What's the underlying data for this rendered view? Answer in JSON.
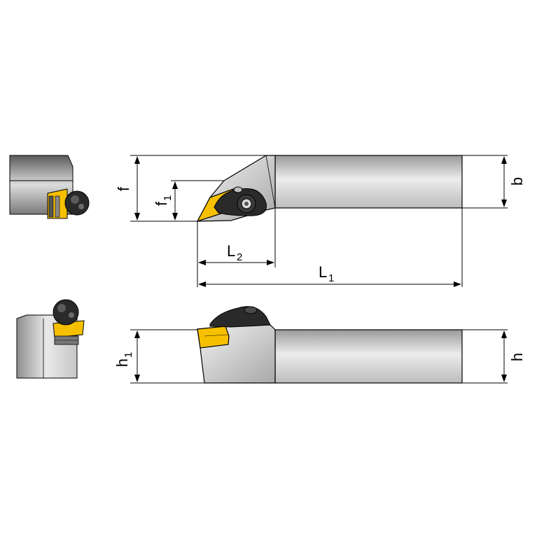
{
  "labels": {
    "f": "f",
    "f1_main": "f",
    "f1_sub": "1",
    "b": "b",
    "L2_main": "L",
    "L2_sub": "2",
    "L1_main": "L",
    "L1_sub": "1",
    "h1_main": "h",
    "h1_sub": "1",
    "h": "h"
  },
  "colors": {
    "line": "#000000",
    "insert": "#f6c000",
    "clamp": "#2a2a2a",
    "shank_light": "#e6e6e6",
    "shank_mid": "#bdbdbd",
    "shank_dark": "#8a8a8a"
  },
  "icons": [
    "turning-tool-holder",
    "carbide-insert",
    "lever-clamp"
  ]
}
